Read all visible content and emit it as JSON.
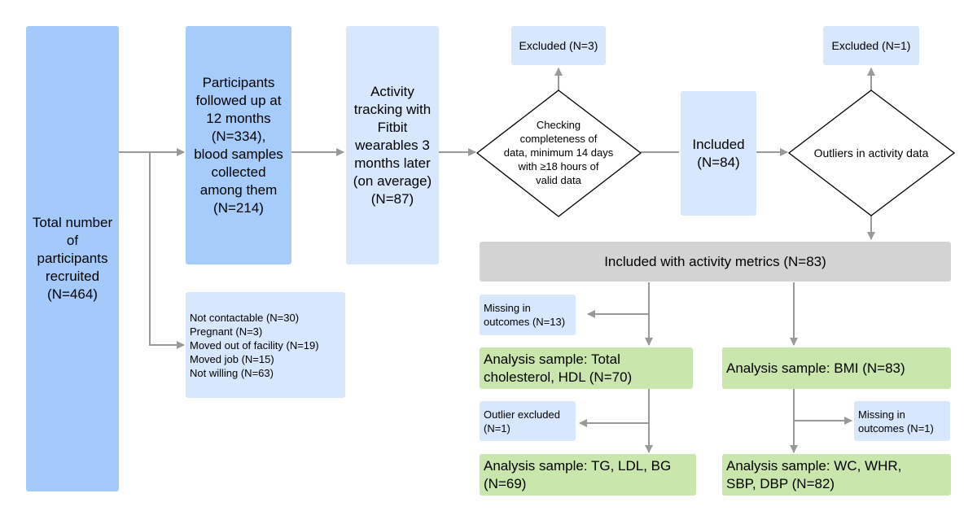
{
  "nodes": {
    "total": "Total number\nof\nparticipants\nrecruited\n(N=464)",
    "followup": "Participants\nfollowed up at\n12 months\n(N=334),\nblood samples\ncollected\namong them\n(N=214)",
    "activity": "Activity\ntracking with\nFitbit\nwearables 3\nmonths later\n(on average)\n(N=87)",
    "excluded_3": "Excluded (N=3)",
    "check_diamond": "Checking\ncompleteness of\ndata, minimum 14 days\nwith ≥18 hours of\nvalid data",
    "included_84": "Included\n(N=84)",
    "excluded_1": "Excluded (N=1)",
    "outliers_diamond": "Outliers in activity data",
    "included_metrics": "Included with activity metrics (N=83)",
    "losses": "Not contactable (N=30)\nPregnant (N=3)\nMoved out of facility (N=19)\nMoved job (N=15)\nNot willing (N=63)",
    "missing_13": "Missing in\noutcomes (N=13)",
    "analysis_chol": "Analysis sample: Total\ncholesterol, HDL (N=70)",
    "analysis_bmi": "Analysis sample: BMI (N=83)",
    "outlier_excluded": "Outlier excluded\n(N=1)",
    "missing_1": "Missing in\noutcomes (N=1)",
    "analysis_tg": "Analysis sample: TG, LDL, BG\n(N=69)",
    "analysis_wc": "Analysis sample: WC, WHR,\nSBP, DBP (N=82)"
  }
}
